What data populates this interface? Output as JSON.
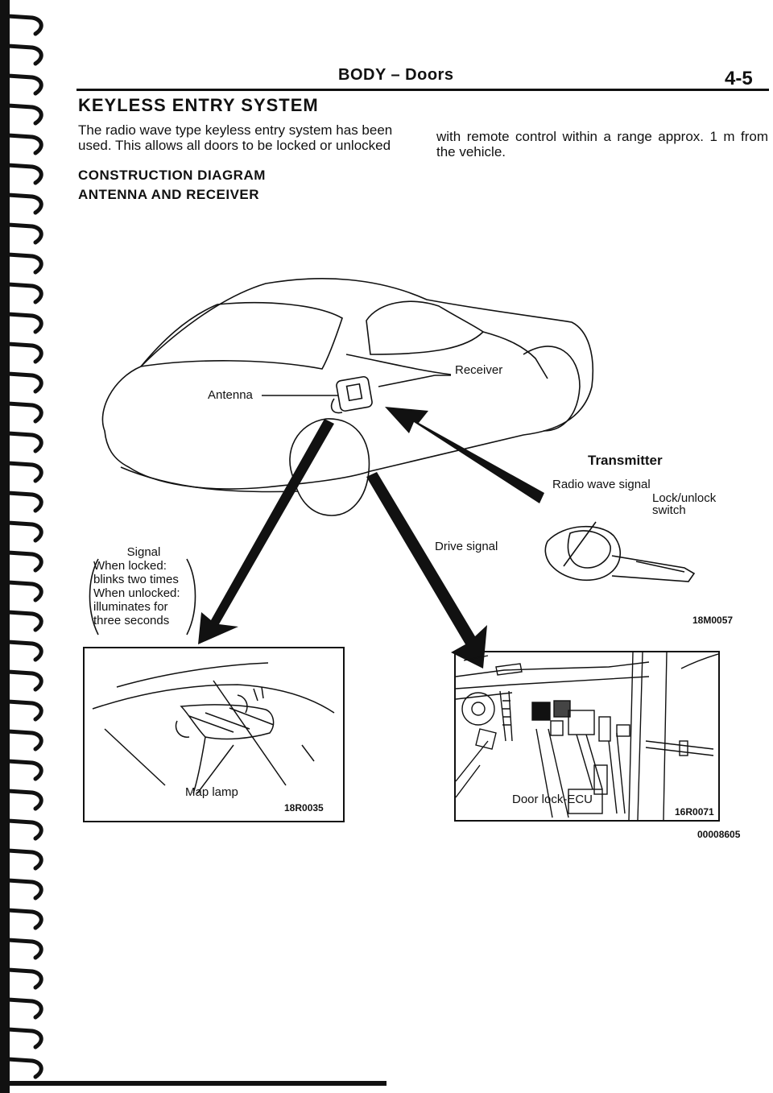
{
  "header": {
    "title": "BODY – Doors",
    "page_number": "4-5"
  },
  "section": {
    "title": "KEYLESS ENTRY SYSTEM",
    "intro_left": "The radio wave type keyless entry system has been used. This allows all doors to be locked or unlocked",
    "intro_right": "with remote control within a range approx. 1 m from the vehicle.",
    "subheading_1": "CONSTRUCTION DIAGRAM",
    "subheading_2": "ANTENNA AND RECEIVER"
  },
  "diagram": {
    "labels": {
      "antenna": "Antenna",
      "receiver": "Receiver",
      "transmitter": "Transmitter",
      "radio_wave_signal": "Radio wave signal",
      "lock_unlock_switch_1": "Lock/unlock",
      "lock_unlock_switch_2": "switch",
      "drive_signal": "Drive signal",
      "figure_code": "18M0057"
    },
    "signal_note": {
      "title": "Signal",
      "line1": "When locked:",
      "line2": "blinks two times",
      "line3": "When unlocked:",
      "line4": "illuminates for",
      "line5": "three seconds"
    },
    "map_lamp_inset": {
      "label": "Map lamp",
      "code": "18R0035"
    },
    "door_lock_inset": {
      "label": "Door lock-ECU",
      "code": "16R0071"
    },
    "footer_code": "00008605"
  }
}
